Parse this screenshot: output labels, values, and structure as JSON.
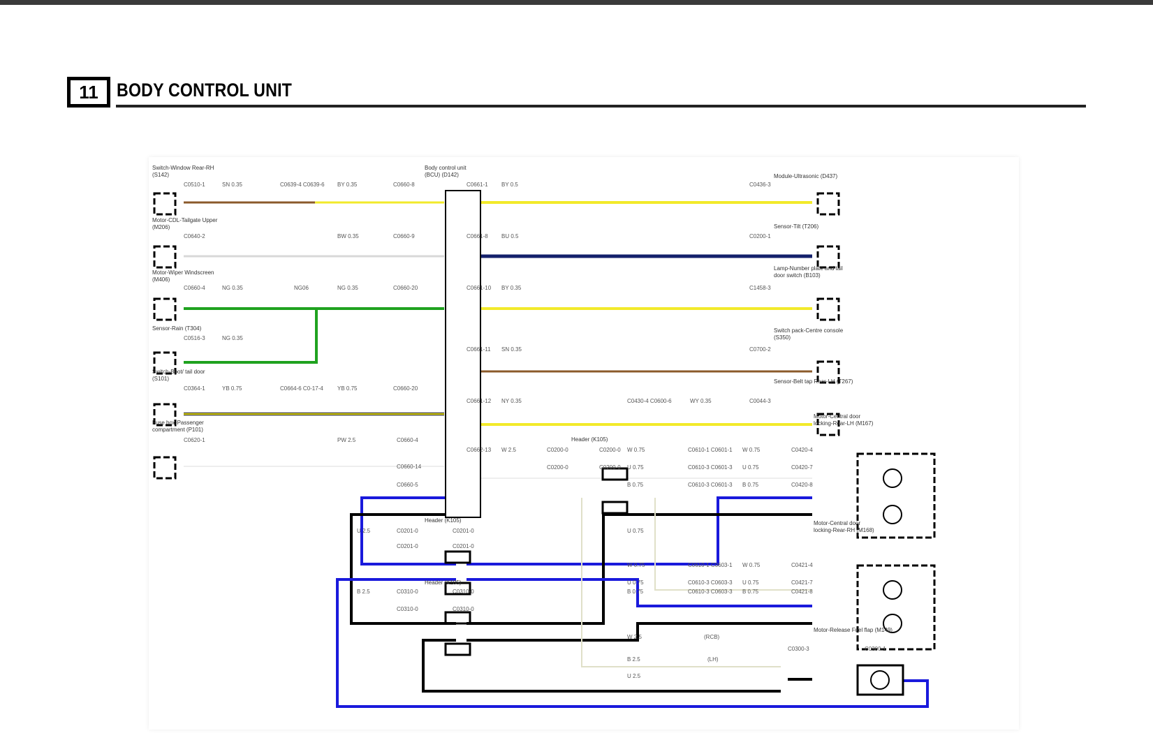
{
  "section": {
    "number": "11",
    "title": "BODY CONTROL UNIT"
  },
  "colors": {
    "brown": "#8b5a2b",
    "yellow": "#f2ea2a",
    "white_wire": "#d8d8d8",
    "navy": "#14206b",
    "green": "#1fa21f",
    "blue": "#1a1adc",
    "black": "#000000",
    "frame_bg": "#ffffff"
  },
  "components": {
    "bcu": "Body control unit (BCU) (D142)",
    "left": [
      "Switch-Window Rear-RH (S142)",
      "Motor-CDL-Tailgate Upper (M206)",
      "Motor-Wiper Windscreen (M406)",
      "Sensor-Rain (T304)",
      "Switch-Boot/ tail door (S101)",
      "Fuse box-Passenger compartment (P101)"
    ],
    "right": [
      "Module-Ultrasonic (D437)",
      "Sensor-Tilt (T206)",
      "Lamp-Number plate and tail door switch (B103)",
      "Switch pack-Centre console (S350)",
      "Sensor-Belt tap Rear-LH (T267)",
      "Motor-Central door locking-Rear-LH (M167)",
      "Motor-Central door locking-Rear-RH (M168)",
      "Motor-Release Fuel flap (M149)"
    ],
    "headers": [
      "Header (K105)",
      "Header (K105)",
      "Header (K105)"
    ]
  },
  "wire_labels": [
    "C0510-1",
    "SN 0.35",
    "C0639-4 C0639-6",
    "BY 0.35",
    "C0660-8",
    "C0640-2",
    "BW 0.35",
    "C0660-9",
    "C0660-4",
    "NG 0.35",
    "NG06",
    "NG 0.35",
    "C0660-20",
    "C0516-3",
    "NG 0.35",
    "C0364-1",
    "YB 0.75",
    "C0664-6 C0-17-4",
    "YB 0.75",
    "C0660-20",
    "C0620-1",
    "PW 2.5",
    "C0660-4",
    "C0660-14",
    "C0660-5",
    "C0661-1",
    "BY 0.5",
    "C0436-3",
    "C0661-8",
    "BU 0.5",
    "C0200-1",
    "C0661-10",
    "BY 0.35",
    "C1458-3",
    "C0661-11",
    "SN 0.35",
    "C0700-2",
    "C0661-12",
    "NY 0.35",
    "C0430-4 C0600-6",
    "WY 0.35",
    "C0044-3",
    "C0662-13",
    "W 2.5",
    "C0200-0",
    "C0200-0",
    "W 0.75",
    "C0610-1 C0601-1",
    "W 0.75",
    "C0420-4",
    "C0200-0",
    "C0200-0",
    "U 0.75",
    "C0610-3 C0601-3",
    "U 0.75",
    "C0420-7",
    "B 0.75",
    "C0610-3 C0601-3",
    "B 0.75",
    "C0420-8",
    "U 2.5",
    "C0201-0",
    "C0201-0",
    "C0201-0",
    "C0201-0",
    "U 0.75",
    "W 0.75",
    "C0610-1 C0603-1",
    "W 0.75",
    "C0421-4",
    "U 0.75",
    "C0610-3 C0603-3",
    "U 0.75",
    "C0421-7",
    "B 2.5",
    "C0310-0",
    "C0310-0",
    "B 0.75",
    "C0610-3 C0603-3",
    "B 0.75",
    "C0421-8",
    "C0310-0",
    "C0310-0",
    "W 2.5",
    "(RCB)",
    "C0300-3",
    "C0300-1",
    "B 2.5",
    "(LH)",
    "U 2.5"
  ]
}
